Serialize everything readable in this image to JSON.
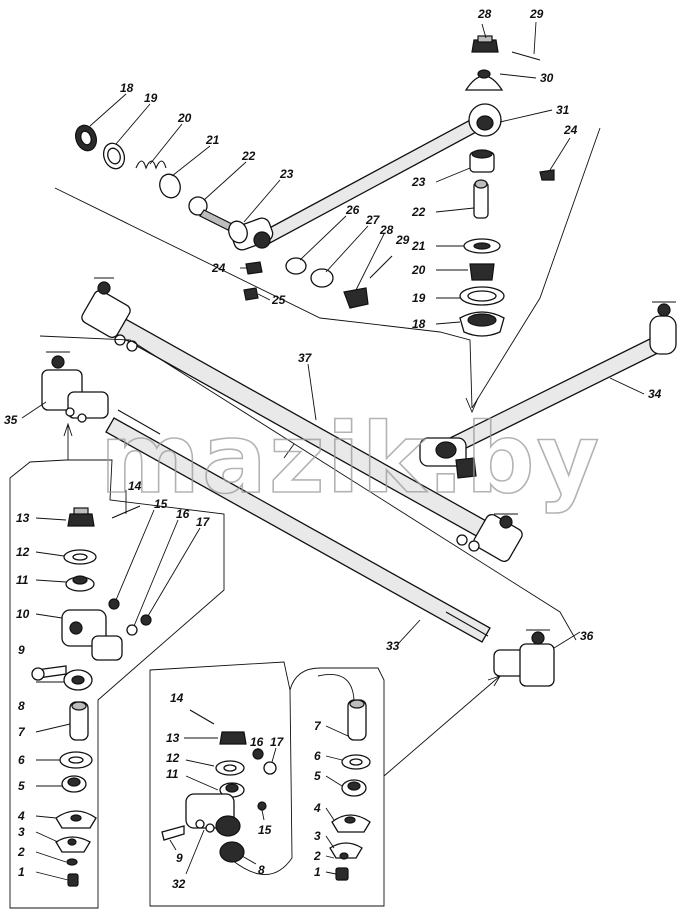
{
  "watermark": "mazik.by",
  "colors": {
    "ink": "#111111",
    "watermark": "#9a9a9a",
    "background": "#ffffff"
  },
  "callouts": {
    "top": {
      "n28a": "28",
      "n29a": "29",
      "n30": "30",
      "n31": "31",
      "n24a": "24",
      "n18": "18",
      "n19": "19",
      "n20": "20",
      "n21": "21",
      "n22": "22",
      "n23": "23",
      "n23b": "23",
      "n22b": "22",
      "n21b": "21",
      "n20b": "20",
      "n19b": "19",
      "n18b": "18",
      "n26": "26",
      "n27": "27",
      "n28b": "28",
      "n29b": "29",
      "n24b": "24",
      "n25": "25"
    },
    "middle": {
      "n37": "37",
      "n34": "34",
      "n35": "35",
      "n36": "36",
      "n33": "33"
    },
    "left_panel": {
      "n13": "13",
      "n14": "14",
      "n15": "15",
      "n16": "16",
      "n17": "17",
      "n12": "12",
      "n11": "11",
      "n10": "10",
      "n9": "9",
      "n8": "8",
      "n7": "7",
      "n6": "6",
      "n5": "5",
      "n4": "4",
      "n3": "3",
      "n2": "2",
      "n1": "1"
    },
    "bottom_panel": {
      "n14": "14",
      "n13": "13",
      "n16": "16",
      "n17": "17",
      "n12": "12",
      "n11": "11",
      "n15": "15",
      "n9": "9",
      "n32": "32",
      "n8": "8",
      "n7": "7",
      "n6": "6",
      "n5": "5",
      "n4": "4",
      "n3": "3",
      "n2": "2",
      "n1": "1"
    }
  }
}
